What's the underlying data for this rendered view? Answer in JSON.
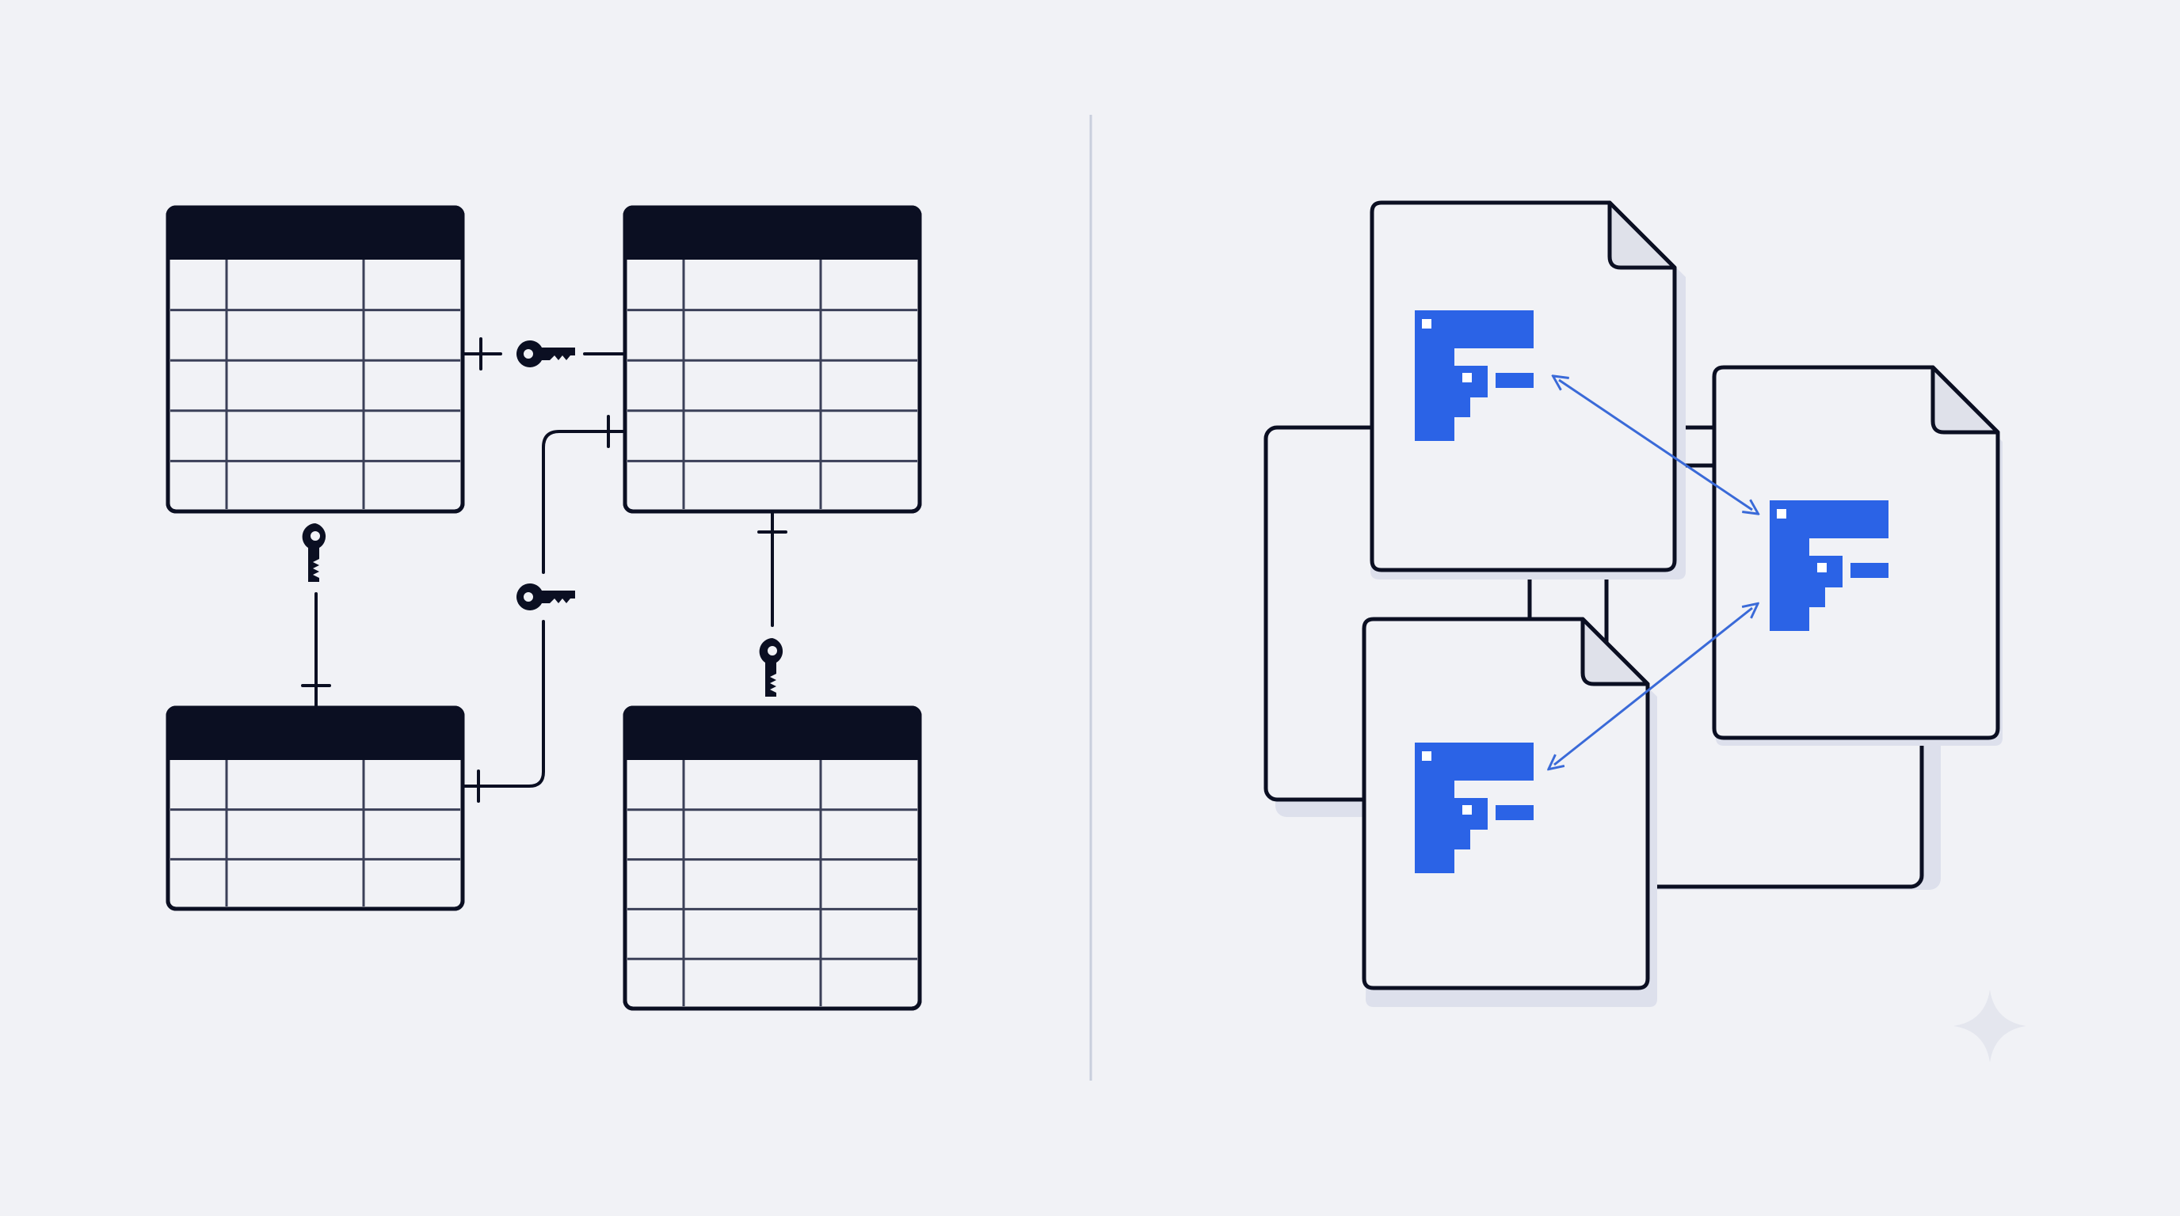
{
  "colors": {
    "background": "#f1f2f6",
    "ink": "#0b0f22",
    "grid_line": "#3b4058",
    "divider": "#c9cfdd",
    "accent_blue": "#2b63e6",
    "arrow_blue": "#3a6ad8",
    "page_fill": "#f1f2f6",
    "shadow": "#dde0ec",
    "fold_fill": "#dfe1ea",
    "sparkle": "#e4e6ee"
  },
  "icons": {
    "key": "key-icon",
    "document": "document-icon",
    "schema_logo": "schema-logo-icon",
    "sparkle": "sparkle-icon"
  },
  "relational_tables": [
    {
      "name": "table-top-left",
      "rows": 5,
      "columns": 3
    },
    {
      "name": "table-top-right",
      "rows": 5,
      "columns": 3
    },
    {
      "name": "table-bottom-left",
      "rows": 3,
      "columns": 3
    },
    {
      "name": "table-bottom-right",
      "rows": 5,
      "columns": 3
    }
  ],
  "documents": [
    {
      "name": "document-back-left"
    },
    {
      "name": "document-back-right"
    },
    {
      "name": "document-top"
    },
    {
      "name": "document-right"
    },
    {
      "name": "document-bottom"
    }
  ]
}
